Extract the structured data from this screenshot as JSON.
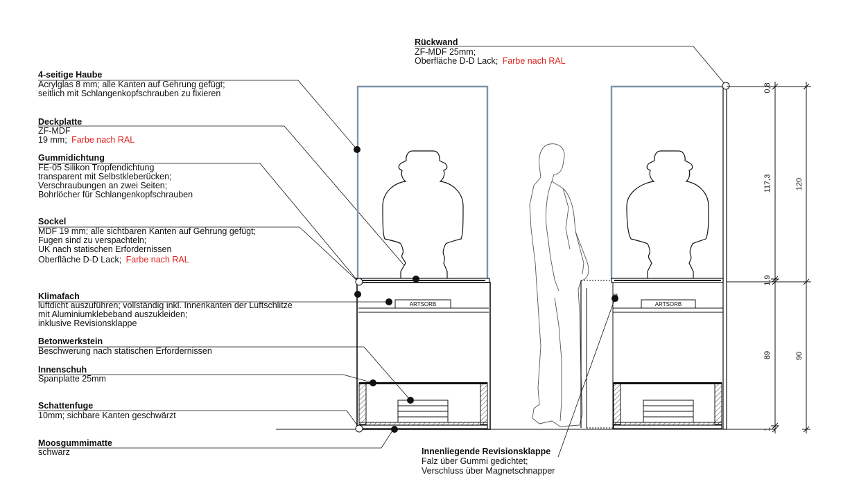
{
  "callouts": {
    "haube": {
      "title": "4-seitige Haube",
      "lines": [
        "Acrylglas 8 mm; alle Kanten auf Gehrung gefügt;",
        "seitlich mit Schlangenkopfschrauben zu fixieren"
      ]
    },
    "deckplatte": {
      "title": "Deckplatte",
      "lines": [
        "ZF-MDF",
        "19 mm; "
      ],
      "red": "Farbe nach RAL"
    },
    "gummidichtung": {
      "title": "Gummidichtung",
      "lines": [
        "FE-05 Silikon Tropfendichtung",
        "transparent mit Selbstkleberücken;",
        "Verschraubungen an zwei Seiten;",
        "Bohrlöcher für Schlangenkopfschrauben"
      ]
    },
    "sockel": {
      "title": "Sockel",
      "lines": [
        "MDF 19 mm; alle sichtbaren Kanten auf Gehrung gefügt;",
        "Fugen sind zu verspachteln;",
        "UK nach statischen Erfordernissen",
        "Oberfläche D-D Lack; "
      ],
      "red": "Farbe nach RAL"
    },
    "klimafach": {
      "title": "Klimafach",
      "lines": [
        "luftdicht auszuführen; vollständig inkl. Innenkanten der Luftschlitze",
        "mit Aluminiumklebeband auszukleiden;",
        "inklusive Revisionsklappe"
      ]
    },
    "betonwerkstein": {
      "title": "Betonwerkstein",
      "lines": [
        "Beschwerung nach statischen Erfordernissen"
      ]
    },
    "innenschuh": {
      "title": "Innenschuh",
      "lines": [
        "Spanplatte 25mm"
      ]
    },
    "schattenfuge": {
      "title": "Schattenfuge",
      "lines": [
        "10mm; sichbare Kanten geschwärzt"
      ]
    },
    "moosgummi": {
      "title": "Moosgummimatte",
      "lines": [
        "schwarz"
      ]
    },
    "rueckwand": {
      "title": "Rückwand",
      "lines": [
        "ZF-MDF 25mm;",
        "Oberfläche D-D Lack; "
      ],
      "red": "Farbe nach RAL"
    },
    "revisionsklappe": {
      "title": "Innenliegende Revisionsklappe",
      "lines": [
        "Falz über Gummi gedichtet;",
        "Verschluss über Magnetschnapper"
      ]
    }
  },
  "tags": {
    "artsorb_left": "ARTSORB",
    "artsorb_right": "ARTSORB"
  },
  "dimensions": {
    "inner": [
      "0,8",
      "117,3",
      "1,9",
      "89",
      "1"
    ],
    "outer": [
      "120",
      "90"
    ]
  }
}
